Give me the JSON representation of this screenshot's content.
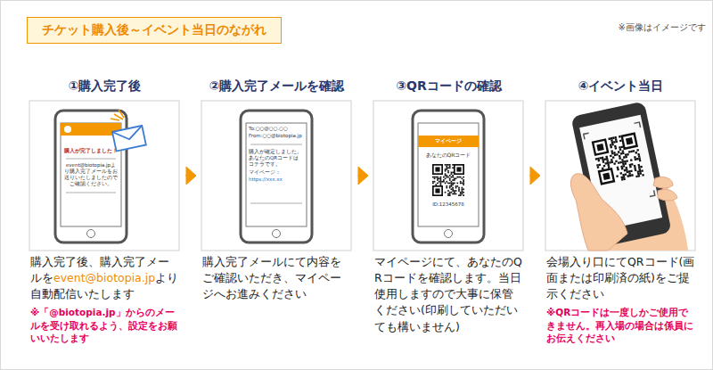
{
  "diagram": {
    "title": "チケット購入後～イベント当日のながれ",
    "nodes": [
      {
        "text": [
          "①購入完了後",
          "購入完了後、購入完了メールをevent@biotopia.jpより自動配信いたします",
          "※「@biotopia.jp」からのメールを受け取れるよう、設定をお願いいたします"
        ]
      },
      {
        "text": [
          "②購入完了メールを確認",
          "購入完了メールにて内容をご確認いただき、マイページへお進みください"
        ]
      },
      {
        "text": [
          "③QRコードの確認",
          "マイページにて、あなたのQRコードを確認します。当日使用しますので大事に保管ください(印刷していただいても構いません)"
        ]
      },
      {
        "text": [
          "④イベント当日",
          "会場入り口にてQRコード(画面または印刷済の紙)をご提示ください",
          "※QRコードは一度しかご使用できません。再入場の場合は係員にお伝えください"
        ]
      }
    ],
    "edges": [
      {
        "from": 0,
        "to": 1,
        "arrow": "to"
      },
      {
        "from": 1,
        "to": 2,
        "arrow": "to"
      },
      {
        "from": 2,
        "to": 3,
        "arrow": "to"
      }
    ],
    "labels": [
      "※画像はイメージです",
      "購入が完了しました！",
      "event@biotopia.jpより購入完了メールをお送りいたしましたのでご確認ください。",
      "To:○○@○○.○○",
      "From:○○@biotopia.jp",
      "購入が確定しました。あなたのQRコードはコチラです。",
      "マイページ：",
      "https://xxx.xx",
      "マイページ",
      "あなたのQRコード",
      "ID:12345678"
    ]
  }
}
